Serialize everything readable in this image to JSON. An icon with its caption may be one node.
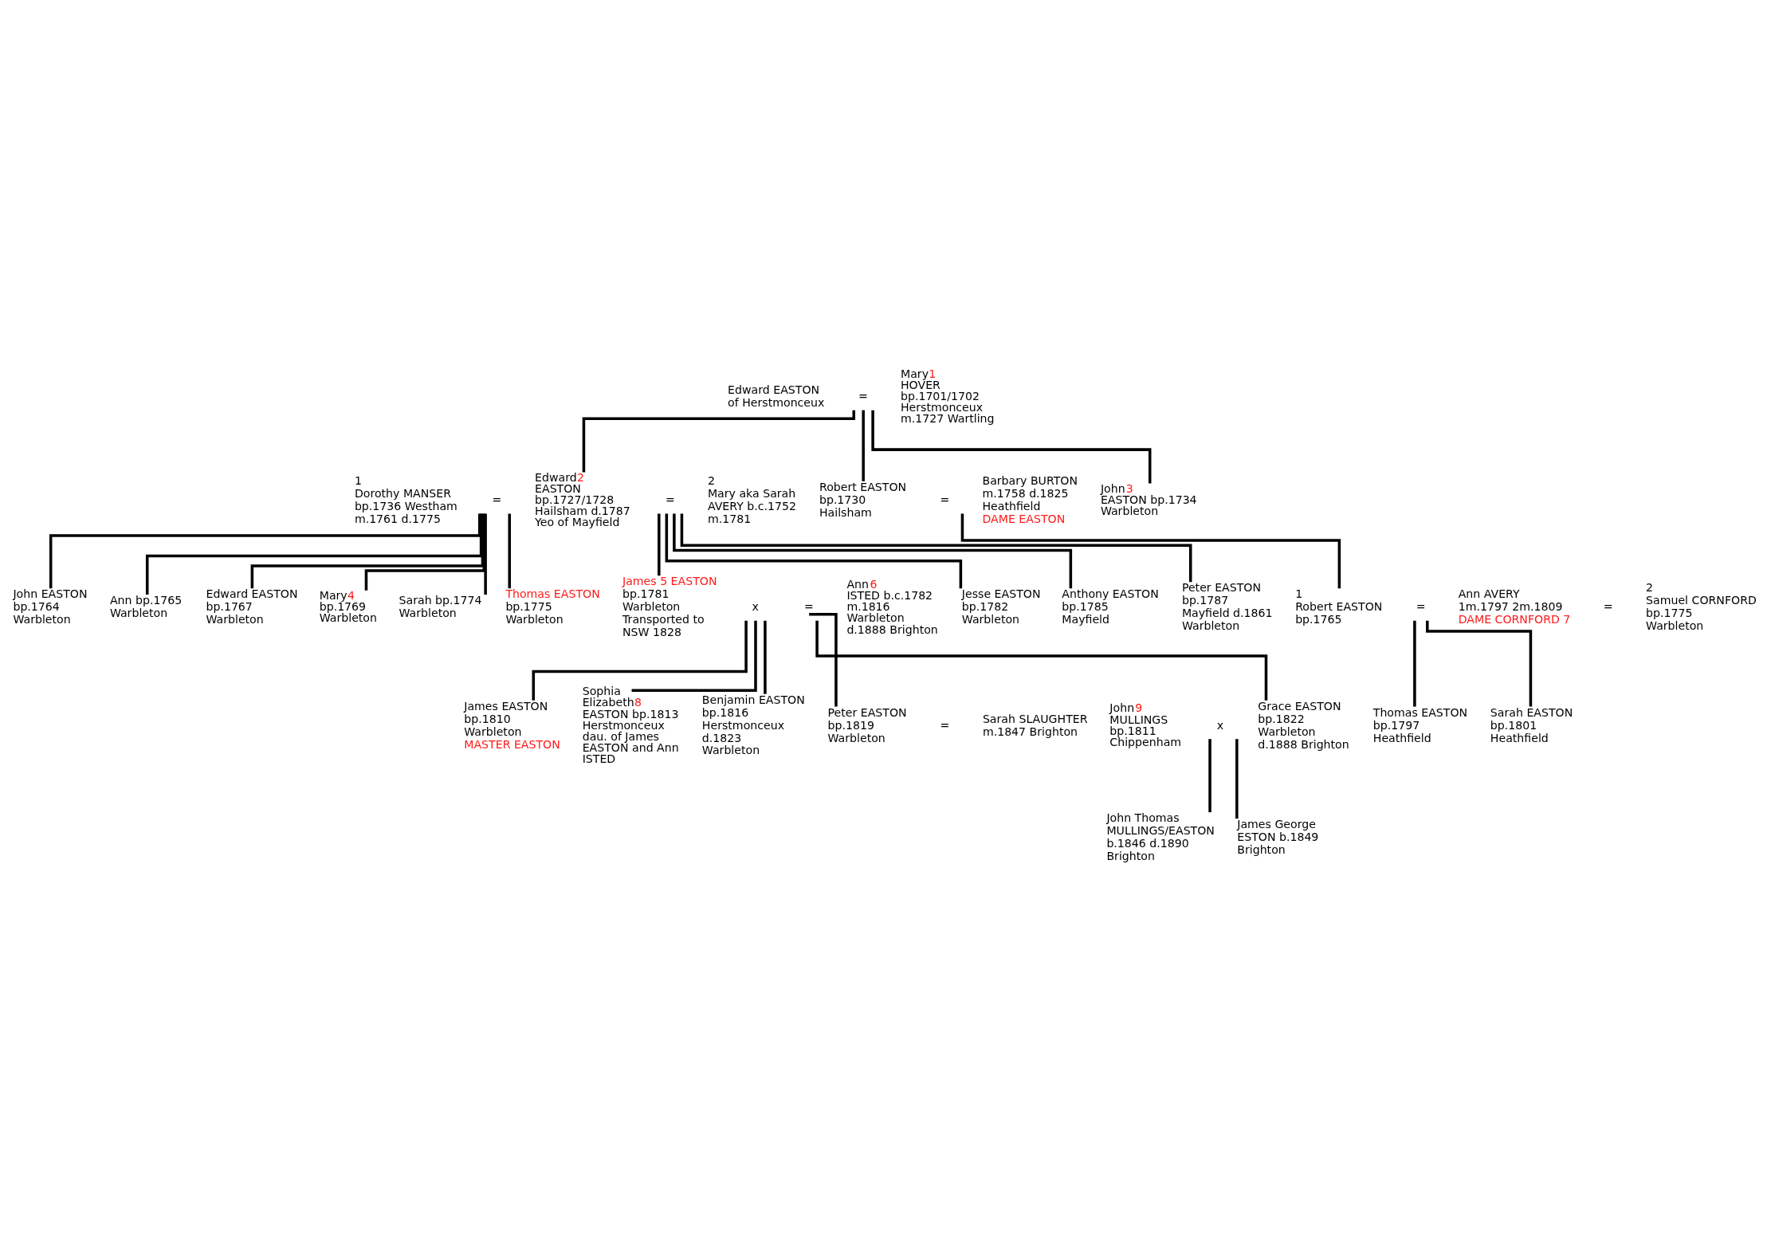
{
  "diagram": {
    "nodes": [
      {
        "text": [
          "Edward EASTON of Herstmonceux"
        ]
      },
      {
        "text": [
          "="
        ]
      },
      {
        "text": [
          "Mary",
          "1",
          "HOVER bp.1701/1702 Herstmonceux m.1727 Wartling"
        ]
      },
      {
        "text": [
          "1",
          "Dorothy MANSER bp.1736 Westham m.1761 d.1775"
        ]
      },
      {
        "text": [
          "="
        ]
      },
      {
        "text": [
          "Edward",
          "2",
          "EASTON bp.1727/1728 Hailsham d.1787 Yeo of Mayfield"
        ]
      },
      {
        "text": [
          "="
        ]
      },
      {
        "text": [
          "2",
          "Mary aka Sarah AVERY b.c.1752 m.1781"
        ]
      },
      {
        "text": [
          "Robert EASTON bp.1730 Hailsham"
        ]
      },
      {
        "text": [
          "="
        ]
      },
      {
        "text": [
          "Barbary BURTON m.1758 d.1825 Heathfield",
          "DAME EASTON"
        ]
      },
      {
        "text": [
          "John",
          "3",
          "EASTON bp.1734 Warbleton"
        ]
      },
      {
        "text": [
          "John EASTON bp.1764 Warbleton"
        ]
      },
      {
        "text": [
          "Ann bp.1765 Warbleton"
        ]
      },
      {
        "text": [
          "Edward EASTON bp.1767 Warbleton"
        ]
      },
      {
        "text": [
          "Mary",
          "4",
          "bp.1769 Warbleton"
        ]
      },
      {
        "text": [
          "Sarah bp.1774 Warbleton"
        ]
      },
      {
        "text": [
          "Thomas EASTON",
          "bp.1775 Warbleton"
        ]
      },
      {
        "text": [
          "James 5 EASTON",
          "bp.1781 Warbleton Transported to NSW 1828"
        ]
      },
      {
        "text": [
          "x"
        ]
      },
      {
        "text": [
          "="
        ]
      },
      {
        "text": [
          "Ann",
          "6",
          "ISTED b.c.1782 m.1816 Warbleton d.1888 Brighton"
        ]
      },
      {
        "text": [
          "Jesse EASTON bp.1782 Warbleton"
        ]
      },
      {
        "text": [
          "Anthony EASTON bp.1785 Mayfield"
        ]
      },
      {
        "text": [
          "Peter EASTON bp.1787 Mayfield d.1861 Warbleton"
        ]
      },
      {
        "text": [
          "1",
          "Robert EASTON bp.1765"
        ]
      },
      {
        "text": [
          "="
        ]
      },
      {
        "text": [
          "Ann AVERY 1m.1797 2m.1809",
          "DAME CORNFORD 7"
        ]
      },
      {
        "text": [
          "="
        ]
      },
      {
        "text": [
          "2",
          "Samuel CORNFORD bp.1775 Warbleton"
        ]
      },
      {
        "text": [
          "James EASTON bp.1810 Warbleton",
          "MASTER EASTON"
        ]
      },
      {
        "text": [
          "Sophia Elizabeth",
          "8",
          "EASTON bp.1813 Herstmonceux dau. of James EASTON and Ann ISTED"
        ]
      },
      {
        "text": [
          "Benjamin EASTON bp.1816 Herstmonceux d.1823 Warbleton"
        ]
      },
      {
        "text": [
          "Peter EASTON bp.1819 Warbleton"
        ]
      },
      {
        "text": [
          "="
        ]
      },
      {
        "text": [
          "Sarah SLAUGHTER m.1847 Brighton"
        ]
      },
      {
        "text": [
          "John",
          "9",
          "MULLINGS bp.1811 Chippenham"
        ]
      },
      {
        "text": [
          "x"
        ]
      },
      {
        "text": [
          "Grace EASTON bp.1822 Warbleton d.1888 Brighton"
        ]
      },
      {
        "text": [
          "Thomas EASTON bp.1797 Heathfield"
        ]
      },
      {
        "text": [
          "Sarah EASTON bp.1801 Heathfield"
        ]
      },
      {
        "text": [
          "John Thomas MULLINGS/EASTON b.1846 d.1890 Brighton"
        ]
      },
      {
        "text": [
          "James George ESTON b.1849 Brighton"
        ]
      }
    ],
    "edges": [
      {
        "from": 1,
        "to": 5,
        "arrow": "none"
      },
      {
        "from": 1,
        "to": 8,
        "arrow": "none"
      },
      {
        "from": 1,
        "to": 11,
        "arrow": "none"
      },
      {
        "from": 4,
        "to": 12,
        "arrow": "none"
      },
      {
        "from": 4,
        "to": 13,
        "arrow": "none"
      },
      {
        "from": 4,
        "to": 14,
        "arrow": "none"
      },
      {
        "from": 4,
        "to": 15,
        "arrow": "none"
      },
      {
        "from": 4,
        "to": 16,
        "arrow": "none"
      },
      {
        "from": 4,
        "to": 17,
        "arrow": "none"
      },
      {
        "from": 6,
        "to": 18,
        "arrow": "none"
      },
      {
        "from": 6,
        "to": 22,
        "arrow": "none"
      },
      {
        "from": 6,
        "to": 23,
        "arrow": "none"
      },
      {
        "from": 6,
        "to": 24,
        "arrow": "none"
      },
      {
        "from": 9,
        "to": 25,
        "arrow": "none"
      },
      {
        "from": 19,
        "to": 30,
        "arrow": "none"
      },
      {
        "from": 19,
        "to": 31,
        "arrow": "none"
      },
      {
        "from": 19,
        "to": 32,
        "arrow": "none"
      },
      {
        "from": 20,
        "to": 33,
        "arrow": "none"
      },
      {
        "from": 20,
        "to": 38,
        "arrow": "none"
      },
      {
        "from": 26,
        "to": 39,
        "arrow": "none"
      },
      {
        "from": 26,
        "to": 40,
        "arrow": "none"
      },
      {
        "from": 37,
        "to": 41,
        "arrow": "none"
      },
      {
        "from": 37,
        "to": 42,
        "arrow": "none"
      }
    ]
  }
}
